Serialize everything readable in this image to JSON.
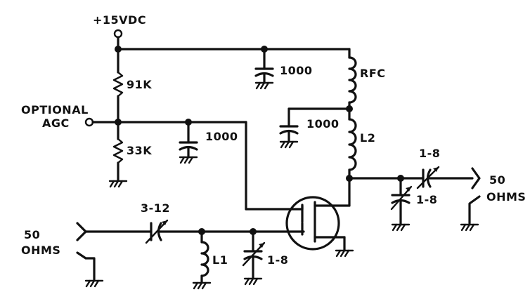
{
  "labels": {
    "supply": "+15VDC",
    "agc_line1": "OPTIONAL",
    "agc_line2": "AGC",
    "r1": "91K",
    "r2": "33K",
    "c_top": "1000",
    "c_mid": "1000",
    "c_rfc": "1000",
    "rfc": "RFC",
    "l2": "L2",
    "l1": "L1",
    "cin": "3-12",
    "ctrim_in": "1-8",
    "cout_series": "1-8",
    "cout_shunt": "1-8",
    "in_line1": "50",
    "in_line2": "OHMS",
    "out_line1": "50",
    "out_line2": "OHMS"
  }
}
